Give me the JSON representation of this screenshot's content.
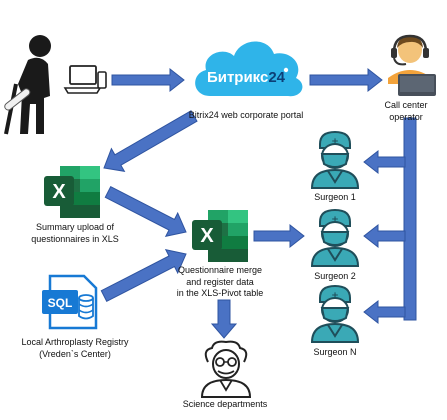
{
  "colors": {
    "arrow_fill": "#4a72c4",
    "arrow_stroke": "#2f54a0",
    "cloud_blue": "#2fb4e9",
    "excel_green": "#1e7145",
    "excel_dark": "#185c37",
    "sql_blue": "#1779d4",
    "surgeon_teal": "#3aa9b6",
    "surgeon_dark": "#1f4e5a"
  },
  "portal": {
    "logo_text": "Битрикс",
    "logo_num": "24",
    "label": "Bitrix24 web corporate portal",
    "icon": "cloud-icon"
  },
  "patient": {
    "icon": "patient-crutch-icon",
    "device_icon": "laptop-phone-icon"
  },
  "call_center": {
    "icon": "headset-operator-icon",
    "label_lines": [
      "Call center",
      "operator"
    ]
  },
  "excel_summary": {
    "icon": "excel-icon",
    "letter": "X",
    "label_lines": [
      "Summary upload of",
      "questionnaires in XLS"
    ]
  },
  "excel_merge": {
    "icon": "excel-icon",
    "letter": "X",
    "label_lines": [
      "Questionnaire merge",
      "and register data",
      "in the XLS-Pivot table"
    ]
  },
  "sql_registry": {
    "icon": "sql-database-icon",
    "text": "SQL",
    "label_lines": [
      "Local Arthroplasty Registry",
      "(Vreden`s Center)"
    ]
  },
  "surgeons": [
    {
      "label": "Surgeon 1",
      "icon": "surgeon-icon"
    },
    {
      "label": "Surgeon 2",
      "icon": "surgeon-icon"
    },
    {
      "label": "Surgeon N",
      "icon": "surgeon-icon"
    }
  ],
  "science": {
    "label": "Science departments",
    "icon": "scientist-icon"
  }
}
